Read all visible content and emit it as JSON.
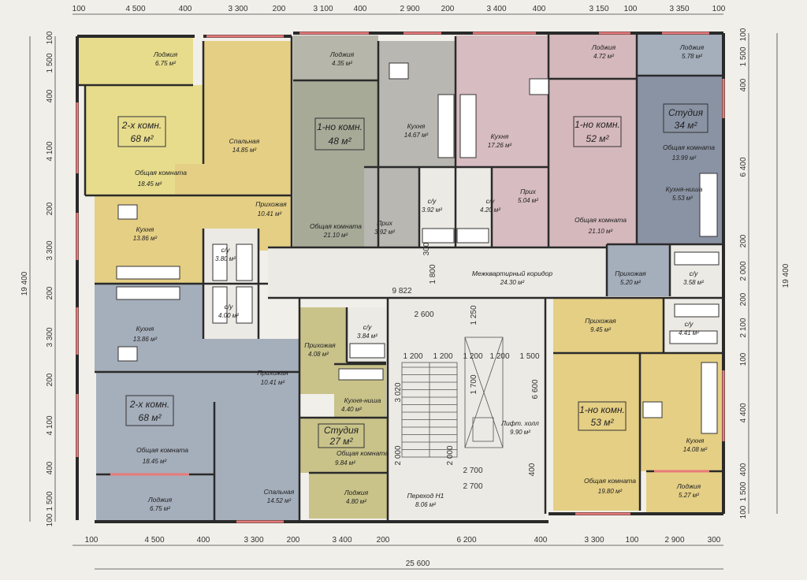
{
  "apartments": [
    {
      "id": "apt-a",
      "name": "2-х комн.",
      "area": "68 м²"
    },
    {
      "id": "apt-b",
      "name": "1-но комн.",
      "area": "48 м²"
    },
    {
      "id": "apt-c",
      "name": "1-но комн.",
      "area": "52 м²"
    },
    {
      "id": "apt-d",
      "name": "Студия",
      "area": "34 м²"
    },
    {
      "id": "apt-e",
      "name": "2-х комн.",
      "area": "68 м²"
    },
    {
      "id": "apt-f",
      "name": "Студия",
      "area": "27 м²"
    },
    {
      "id": "apt-g",
      "name": "1-но комн.",
      "area": "53 м²"
    }
  ],
  "rooms": [
    {
      "id": "r1",
      "name": "Лоджия",
      "area": "6.75 м²"
    },
    {
      "id": "r2",
      "name": "Спальная",
      "area": "14.85 м²"
    },
    {
      "id": "r3",
      "name": "Общая комната",
      "area": "18.45 м²"
    },
    {
      "id": "r4",
      "name": "Прихожая",
      "area": "10.41 м²"
    },
    {
      "id": "r5",
      "name": "Кухня",
      "area": "13.86 м²"
    },
    {
      "id": "r6",
      "name": "с/у",
      "area": "3.80 м²"
    },
    {
      "id": "r7",
      "name": "Лоджия",
      "area": "4.35 м²"
    },
    {
      "id": "r8",
      "name": "Кухня",
      "area": "14.67 м²"
    },
    {
      "id": "r9",
      "name": "Общая комната",
      "area": "21.10 м²"
    },
    {
      "id": "r10",
      "name": "Прих",
      "area": "3.92 м²"
    },
    {
      "id": "r11",
      "name": "с/у",
      "area": "3.92 м²"
    },
    {
      "id": "r12",
      "name": "Кухня",
      "area": "17.26 м²"
    },
    {
      "id": "r13",
      "name": "с/у",
      "area": "4.20 м²"
    },
    {
      "id": "r14",
      "name": "Прих",
      "area": "5.04 м²"
    },
    {
      "id": "r15",
      "name": "Лоджия",
      "area": "4.72 м²"
    },
    {
      "id": "r16",
      "name": "Общая комната",
      "area": "21.10 м²"
    },
    {
      "id": "r17",
      "name": "Лоджия",
      "area": "5.78 м²"
    },
    {
      "id": "r18",
      "name": "Общая комната",
      "area": "13.99 м²"
    },
    {
      "id": "r19",
      "name": "Кухня-ниша",
      "area": "5.53 м²"
    },
    {
      "id": "r20",
      "name": "Прихожая",
      "area": "5.20 м²"
    },
    {
      "id": "r21",
      "name": "с/у",
      "area": "3.58 м²"
    },
    {
      "id": "r22",
      "name": "Межквартирный коридор",
      "area": "24.30 м²"
    },
    {
      "id": "r23",
      "name": "Кухня",
      "area": "13.86 м²"
    },
    {
      "id": "r24",
      "name": "с/у",
      "area": "4.00 м²"
    },
    {
      "id": "r25",
      "name": "Прихожая",
      "area": "10.41 м²"
    },
    {
      "id": "r26",
      "name": "Общая комната",
      "area": "18.45 м²"
    },
    {
      "id": "r27",
      "name": "Лоджия",
      "area": "6.75 м²"
    },
    {
      "id": "r28",
      "name": "Спальная",
      "area": "14.52 м²"
    },
    {
      "id": "r29",
      "name": "Прихожая",
      "area": "4.08 м²"
    },
    {
      "id": "r30",
      "name": "с/у",
      "area": "3.84 м²"
    },
    {
      "id": "r31",
      "name": "Кухня-ниша",
      "area": "4.40 м²"
    },
    {
      "id": "r32",
      "name": "Общая комната",
      "area": "9.84 м²"
    },
    {
      "id": "r33",
      "name": "Лоджия",
      "area": "4.80 м²"
    },
    {
      "id": "r34",
      "name": "Переход Н1",
      "area": "8.06 м²"
    },
    {
      "id": "r35",
      "name": "Лифт. холл",
      "area": "9.90 м²"
    },
    {
      "id": "r36",
      "name": "Прихожая",
      "area": "9.45 м²"
    },
    {
      "id": "r37",
      "name": "с/у",
      "area": "4.41 м²"
    },
    {
      "id": "r38",
      "name": "Общая комната",
      "area": "19.80 м²"
    },
    {
      "id": "r39",
      "name": "Кухня",
      "area": "14.08 м²"
    },
    {
      "id": "r40",
      "name": "Лоджия",
      "area": "5.27 м²"
    }
  ],
  "dims": {
    "top": [
      "100",
      "4 500",
      "400",
      "3 300",
      "200",
      "3 100",
      "400",
      "2 900",
      "200",
      "3 400",
      "400",
      "3 150",
      "100",
      "3 350",
      "100"
    ],
    "bottom": [
      "100",
      "4 500",
      "400",
      "3 300",
      "200",
      "3 400",
      "200",
      "6 200",
      "400",
      "3 300",
      "100",
      "2 900",
      "300"
    ],
    "total_width": "25 600",
    "left": [
      "100",
      "1 500",
      "400",
      "4 100",
      "200",
      "3 300",
      "200",
      "3 300",
      "200",
      "4 100",
      "400",
      "1 500",
      "100"
    ],
    "left_total": "19 400",
    "right": [
      "100",
      "1 500",
      "400",
      "6 400",
      "200",
      "2 000",
      "200",
      "2 100",
      "100",
      "4 400",
      "400",
      "1 500",
      "100"
    ],
    "right_total": "19 400",
    "inner": [
      "9 822",
      "1 800",
      "2 600",
      "1 250",
      "1 200",
      "1 200",
      "1 200",
      "1 700",
      "1 200",
      "1 500",
      "6 600",
      "3 020",
      "2 000",
      "2 000",
      "2 700",
      "2 700",
      "400",
      "300"
    ]
  },
  "colors": {
    "yellow": "#e7dc8c",
    "gold": "#e5cf84",
    "olive": "#c9c38a",
    "gray_green": "#a6aa97",
    "gray": "#b8b7b1",
    "pink": "#d7bcc1",
    "rose": "#d5b8bc",
    "slate": "#8a93a4",
    "blue_gray": "#a5aebb",
    "light": "#eceae4"
  }
}
